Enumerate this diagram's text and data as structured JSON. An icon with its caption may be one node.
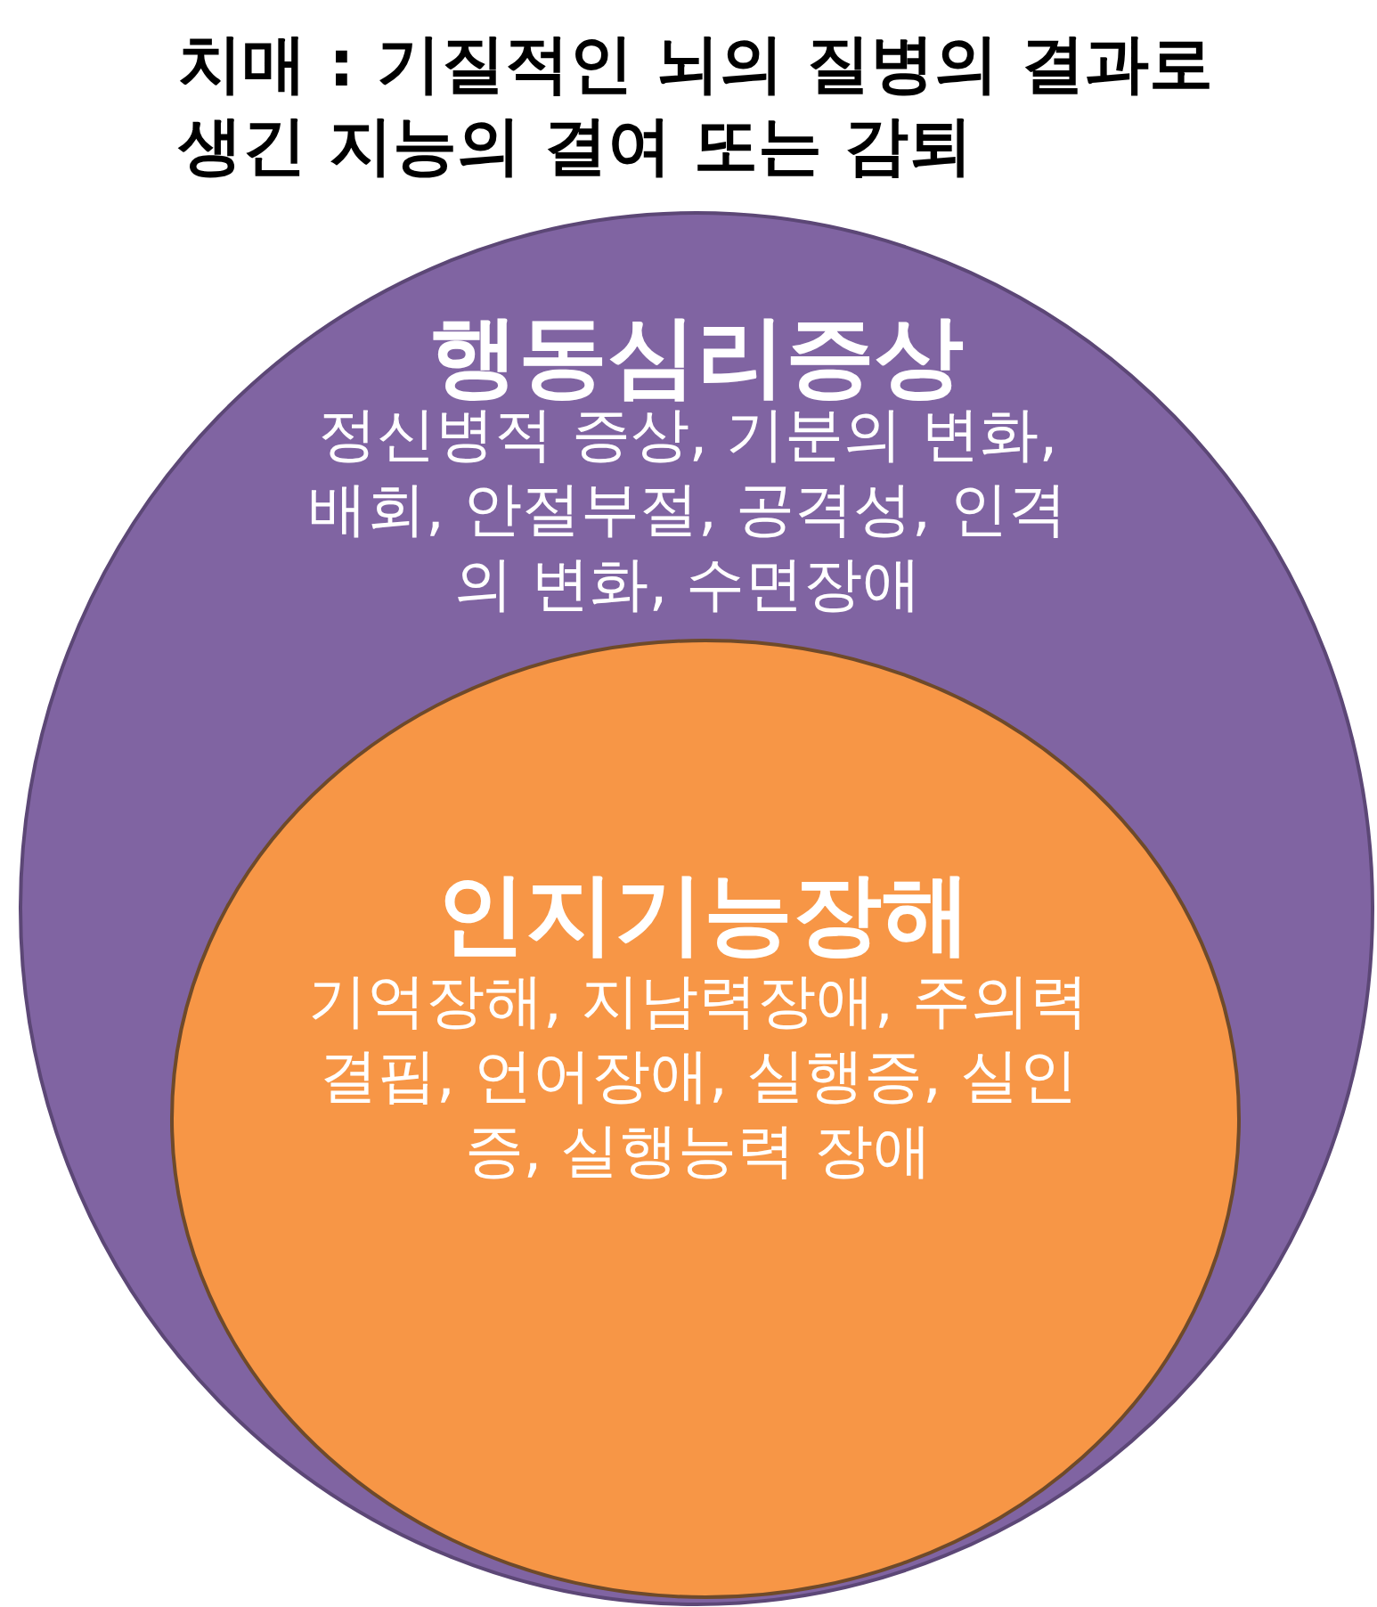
{
  "diagram": {
    "title": "치매 : 기질적인 뇌의 질병의 결과로 생긴 지능의 결여 또는 감퇴",
    "nodes": [
      {
        "text": [
          "행동심리증상",
          "정신병적 증상, 기분의 변화, 배회, 안절부절, 공격성, 인격의 변화, 수면장애"
        ]
      },
      {
        "text": [
          "인지기능장해",
          "기억장해, 지남력장애, 주의력결핍, 언어장애, 실행증, 실인증, 실행능력 장애"
        ],
        "in": 0
      }
    ]
  }
}
